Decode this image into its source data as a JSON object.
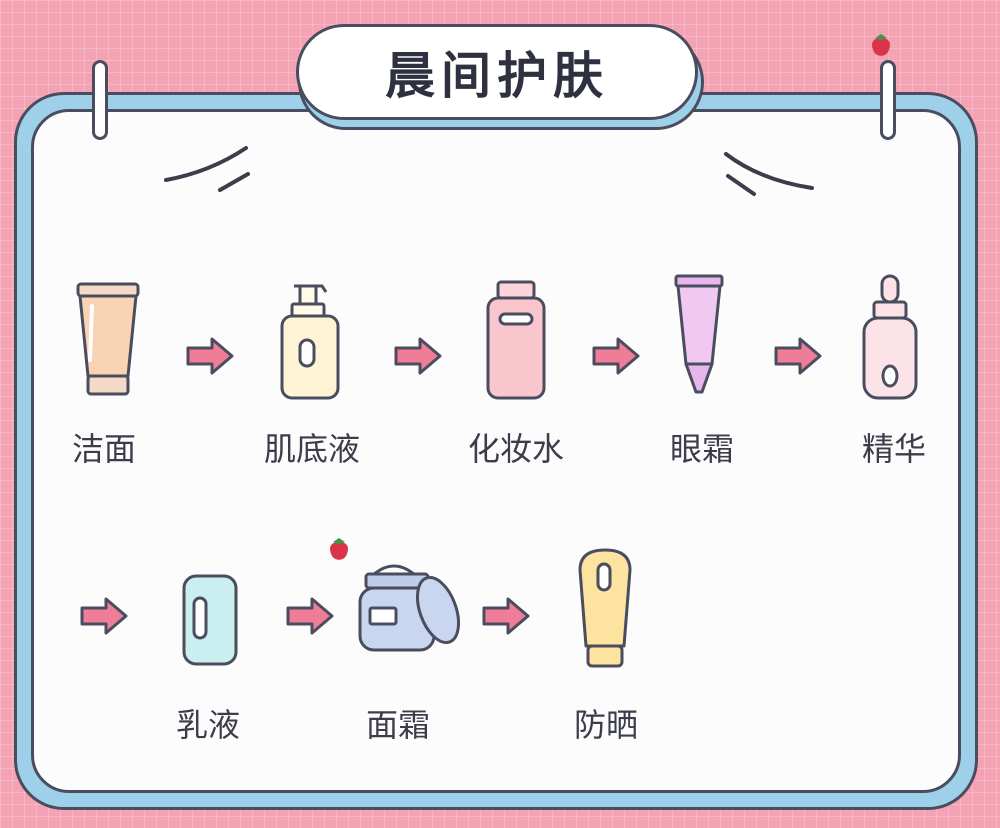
{
  "title": "晨间护肤",
  "steps": [
    {
      "label": "洁面",
      "icon": "cleanser-tube-icon"
    },
    {
      "label": "肌底液",
      "icon": "pump-bottle-icon"
    },
    {
      "label": "化妆水",
      "icon": "toner-bottle-icon"
    },
    {
      "label": "眼霜",
      "icon": "eye-cream-tube-icon"
    },
    {
      "label": "精华",
      "icon": "serum-dropper-icon"
    },
    {
      "label": "乳液",
      "icon": "lotion-bottle-icon"
    },
    {
      "label": "面霜",
      "icon": "cream-jar-icon"
    },
    {
      "label": "防晒",
      "icon": "sunscreen-tube-icon"
    }
  ],
  "colors": {
    "background": "#f4a3b4",
    "board_frame": "#9fd0ea",
    "outline": "#4a4d5e",
    "arrow": "#ef7d97"
  }
}
